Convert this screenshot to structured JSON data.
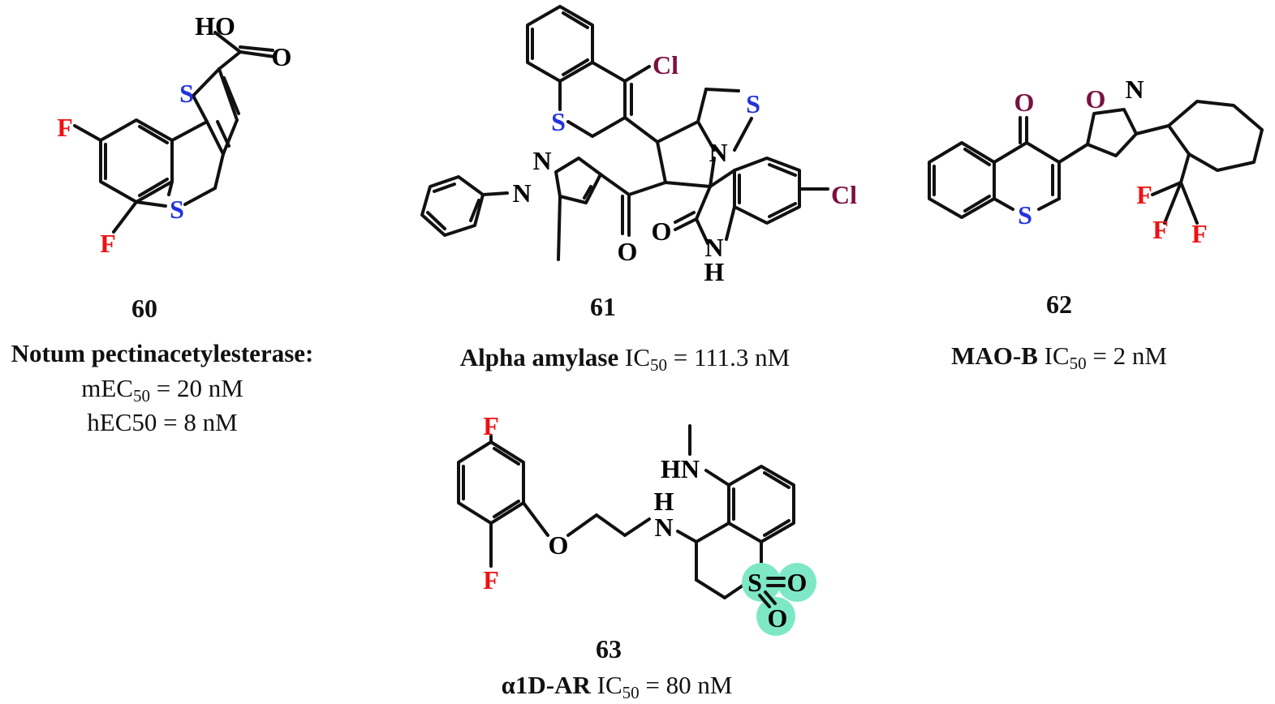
{
  "colors": {
    "sulfur": "#2233dd",
    "fluorine": "#ee1111",
    "chlorine": "#7a1040",
    "oxygen_dark": "#7a1040",
    "highlight": "#7ee8c6"
  },
  "atom_labels": {
    "S": "S",
    "F": "F",
    "Cl": "Cl",
    "O": "O",
    "N": "N",
    "H": "H",
    "HO": "HO",
    "HN": "HN",
    "NH": "N"
  },
  "compounds": [
    {
      "id": "60",
      "target": "Notum pectinacetylesterase:",
      "line1_pre": "mEC",
      "line1_sub": "50",
      "line1_post": " = 20 nM",
      "line2": "hEC50 = 8 nM"
    },
    {
      "id": "61",
      "target": "Alpha amylase",
      "ic_pre": " IC",
      "ic_sub": "50",
      "ic_post": " = 111.3  nM"
    },
    {
      "id": "62",
      "target": "MAO-B",
      "ic_pre": " IC",
      "ic_sub": "50",
      "ic_post": " = 2 nM"
    },
    {
      "id": "63",
      "target": "α1D-AR",
      "ic_pre": " IC",
      "ic_sub": "50",
      "ic_post": " = 80 nM"
    }
  ]
}
